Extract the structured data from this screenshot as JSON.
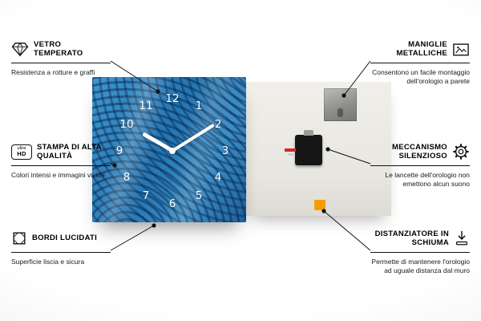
{
  "product": {
    "name": "glass wall clock infographic",
    "front": {
      "numbers": [
        "12",
        "1",
        "2",
        "3",
        "4",
        "5",
        "6",
        "7",
        "8",
        "9",
        "10",
        "11"
      ],
      "time_shown": "10:10",
      "colors": {
        "base": "#2a7cb7",
        "pattern": "#0e3a63",
        "hands": "#ffffff"
      }
    },
    "back": {
      "panel_color": "#ebe9e4",
      "parts": [
        "metal-hanger-plate",
        "clock-mechanism",
        "foam-spacer"
      ],
      "spacer_color": "#f59c00",
      "mechanism_color": "#161616"
    }
  },
  "callouts": {
    "left": [
      {
        "icon": "diamond-icon",
        "title": "VETRO TEMPERATO",
        "desc": "Resistenza a rotture e graffi"
      },
      {
        "icon": "ultra-hd-icon",
        "icon_label_top": "ultra",
        "icon_label_bottom": "HD",
        "title": "STAMPA DI ALTA QUALITÀ",
        "desc": "Colori intensi e immagini vivide"
      },
      {
        "icon": "polished-edge-icon",
        "title": "BORDI LUCIDATI",
        "desc": "Superficie liscia e sicura"
      }
    ],
    "right": [
      {
        "icon": "picture-frame-icon",
        "title": "MANIGLIE METALLICHE",
        "desc": "Consentono un facile montaggio dell'orologio a parete"
      },
      {
        "icon": "gear-icon",
        "title": "MECCANISMO SILENZIOSO",
        "desc": "Le lancette dell'orologio non emettono alcun suono"
      },
      {
        "icon": "foam-spacer-icon",
        "title": "DISTANZIATORE IN SCHIUMA",
        "desc": "Permette di mantenere l'orologio ad uguale distanza dal muro"
      }
    ]
  }
}
